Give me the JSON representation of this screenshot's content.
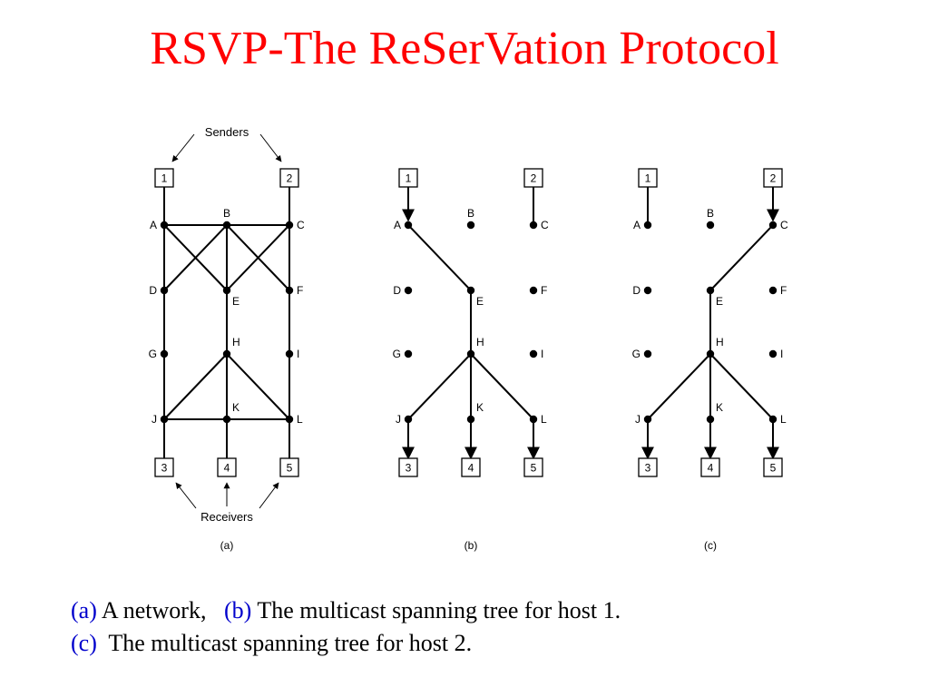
{
  "title": "RSVP-The ReSerVation Protocol",
  "colors": {
    "title": "#ff0000",
    "caption_tag": "#0000cc",
    "caption_text": "#000000",
    "diagram": "#000000"
  },
  "callouts": {
    "senders": "Senders",
    "receivers": "Receivers"
  },
  "panel_labels": {
    "a": "(a)",
    "b": "(b)",
    "c": "(c)"
  },
  "nodes": [
    "A",
    "B",
    "C",
    "D",
    "E",
    "F",
    "G",
    "H",
    "I",
    "J",
    "K",
    "L"
  ],
  "hosts": [
    "1",
    "2",
    "3",
    "4",
    "5"
  ],
  "panels": {
    "a": {
      "edges": [
        [
          "1",
          "A"
        ],
        [
          "2",
          "C"
        ],
        [
          "A",
          "B"
        ],
        [
          "B",
          "C"
        ],
        [
          "A",
          "E"
        ],
        [
          "B",
          "D"
        ],
        [
          "B",
          "F"
        ],
        [
          "C",
          "E"
        ],
        [
          "A",
          "D"
        ],
        [
          "D",
          "G"
        ],
        [
          "G",
          "J"
        ],
        [
          "B",
          "E"
        ],
        [
          "E",
          "H"
        ],
        [
          "H",
          "K"
        ],
        [
          "C",
          "F"
        ],
        [
          "F",
          "I"
        ],
        [
          "I",
          "L"
        ],
        [
          "H",
          "J"
        ],
        [
          "H",
          "L"
        ],
        [
          "J",
          "K"
        ],
        [
          "K",
          "L"
        ],
        [
          "J",
          "3"
        ],
        [
          "K",
          "4"
        ],
        [
          "L",
          "5"
        ]
      ]
    },
    "b": {
      "edges": [
        [
          "1",
          "A"
        ],
        [
          "2",
          "C"
        ],
        [
          "A",
          "E"
        ],
        [
          "E",
          "H"
        ],
        [
          "H",
          "J"
        ],
        [
          "H",
          "K"
        ],
        [
          "H",
          "L"
        ],
        [
          "J",
          "3"
        ],
        [
          "K",
          "4"
        ],
        [
          "L",
          "5"
        ]
      ],
      "arrows": [
        [
          "1",
          "A"
        ],
        [
          "J",
          "3"
        ],
        [
          "K",
          "4"
        ],
        [
          "L",
          "5"
        ]
      ]
    },
    "c": {
      "edges": [
        [
          "1",
          "A"
        ],
        [
          "2",
          "C"
        ],
        [
          "C",
          "E"
        ],
        [
          "E",
          "H"
        ],
        [
          "H",
          "J"
        ],
        [
          "H",
          "K"
        ],
        [
          "H",
          "L"
        ],
        [
          "J",
          "3"
        ],
        [
          "K",
          "4"
        ],
        [
          "L",
          "5"
        ]
      ],
      "arrows": [
        [
          "2",
          "C"
        ],
        [
          "J",
          "3"
        ],
        [
          "K",
          "4"
        ],
        [
          "L",
          "5"
        ]
      ]
    }
  },
  "caption": {
    "line1": [
      {
        "tag": "(a)",
        "text": " A network,   "
      },
      {
        "tag": "(b)",
        "text": " The multicast spanning tree for host 1."
      }
    ],
    "line2": [
      {
        "tag": "(c)",
        "text": "  The multicast spanning tree for host 2."
      }
    ]
  }
}
